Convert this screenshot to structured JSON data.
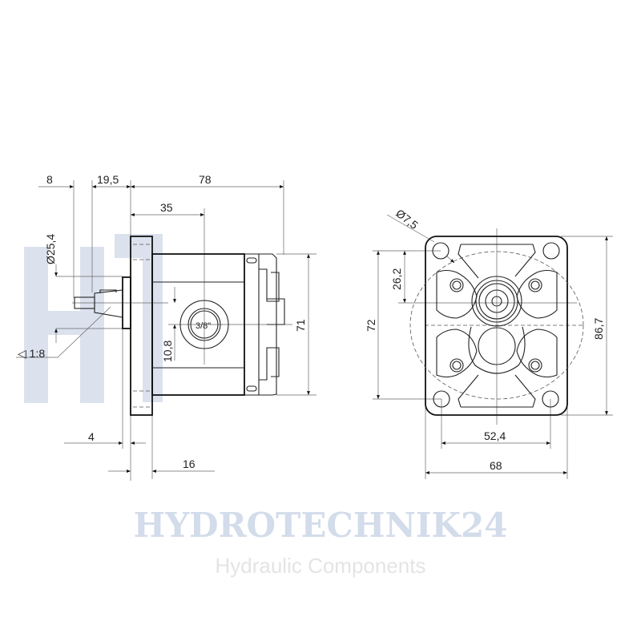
{
  "watermark": {
    "brand": "HYDROTECHNIK24",
    "tagline": "Hydraulic Components",
    "logo_letters": "HT",
    "color": "#d3dcea"
  },
  "side_view": {
    "dims": {
      "d8": "8",
      "d19_5": "19,5",
      "d78": "78",
      "d35": "35",
      "dia25_4": "Ø25,4",
      "taper": "◁ 1:8",
      "port": "3/8\"",
      "d10_8": "10,8",
      "d71": "71",
      "d4": "4",
      "d16": "16"
    }
  },
  "front_view": {
    "dims": {
      "dia7_5": "Ø7,5",
      "d26_2": "26,2",
      "d72": "72",
      "d86_7": "86,7",
      "d52_4": "52,4",
      "d68": "68"
    }
  }
}
